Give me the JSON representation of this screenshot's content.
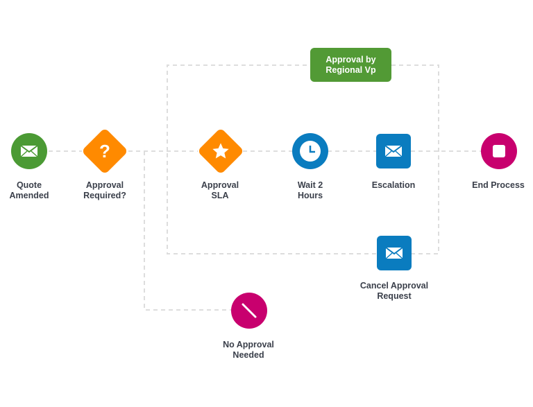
{
  "colors": {
    "green": "#4b9a34",
    "orange": "#ff8a00",
    "blue": "#0a7cbf",
    "magenta": "#c8006e",
    "connector": "#dddddd",
    "label_text": "#3a3f4a"
  },
  "badge": {
    "line1": "Approval by",
    "line2": "Regional Vp"
  },
  "nodes": [
    {
      "id": "quote-amended",
      "icon": "envelope-icon",
      "shape": "circle",
      "color": "green",
      "label": [
        "Quote",
        "Amended"
      ]
    },
    {
      "id": "approval-required",
      "icon": "question-mark-icon",
      "shape": "diamond",
      "color": "orange",
      "label": [
        "Approval",
        "Required?"
      ]
    },
    {
      "id": "approval-sla",
      "icon": "star-icon",
      "shape": "diamond",
      "color": "orange",
      "label": [
        "Approval",
        "SLA"
      ]
    },
    {
      "id": "wait-2-hours",
      "icon": "clock-icon",
      "shape": "circle",
      "color": "blue",
      "label": [
        "Wait 2",
        "Hours"
      ]
    },
    {
      "id": "escalation",
      "icon": "envelope-icon",
      "shape": "square",
      "color": "blue",
      "label": [
        "Escalation"
      ]
    },
    {
      "id": "end-process",
      "icon": "stop-icon",
      "shape": "circle",
      "color": "magenta",
      "label": [
        "End Process"
      ]
    },
    {
      "id": "cancel-approval-request",
      "icon": "envelope-icon",
      "shape": "square",
      "color": "blue",
      "label": [
        "Cancel Approval",
        "Request"
      ]
    },
    {
      "id": "no-approval-needed",
      "icon": "no-entry-icon",
      "shape": "circle",
      "color": "magenta",
      "label": [
        "No Approval",
        "Needed"
      ]
    }
  ]
}
